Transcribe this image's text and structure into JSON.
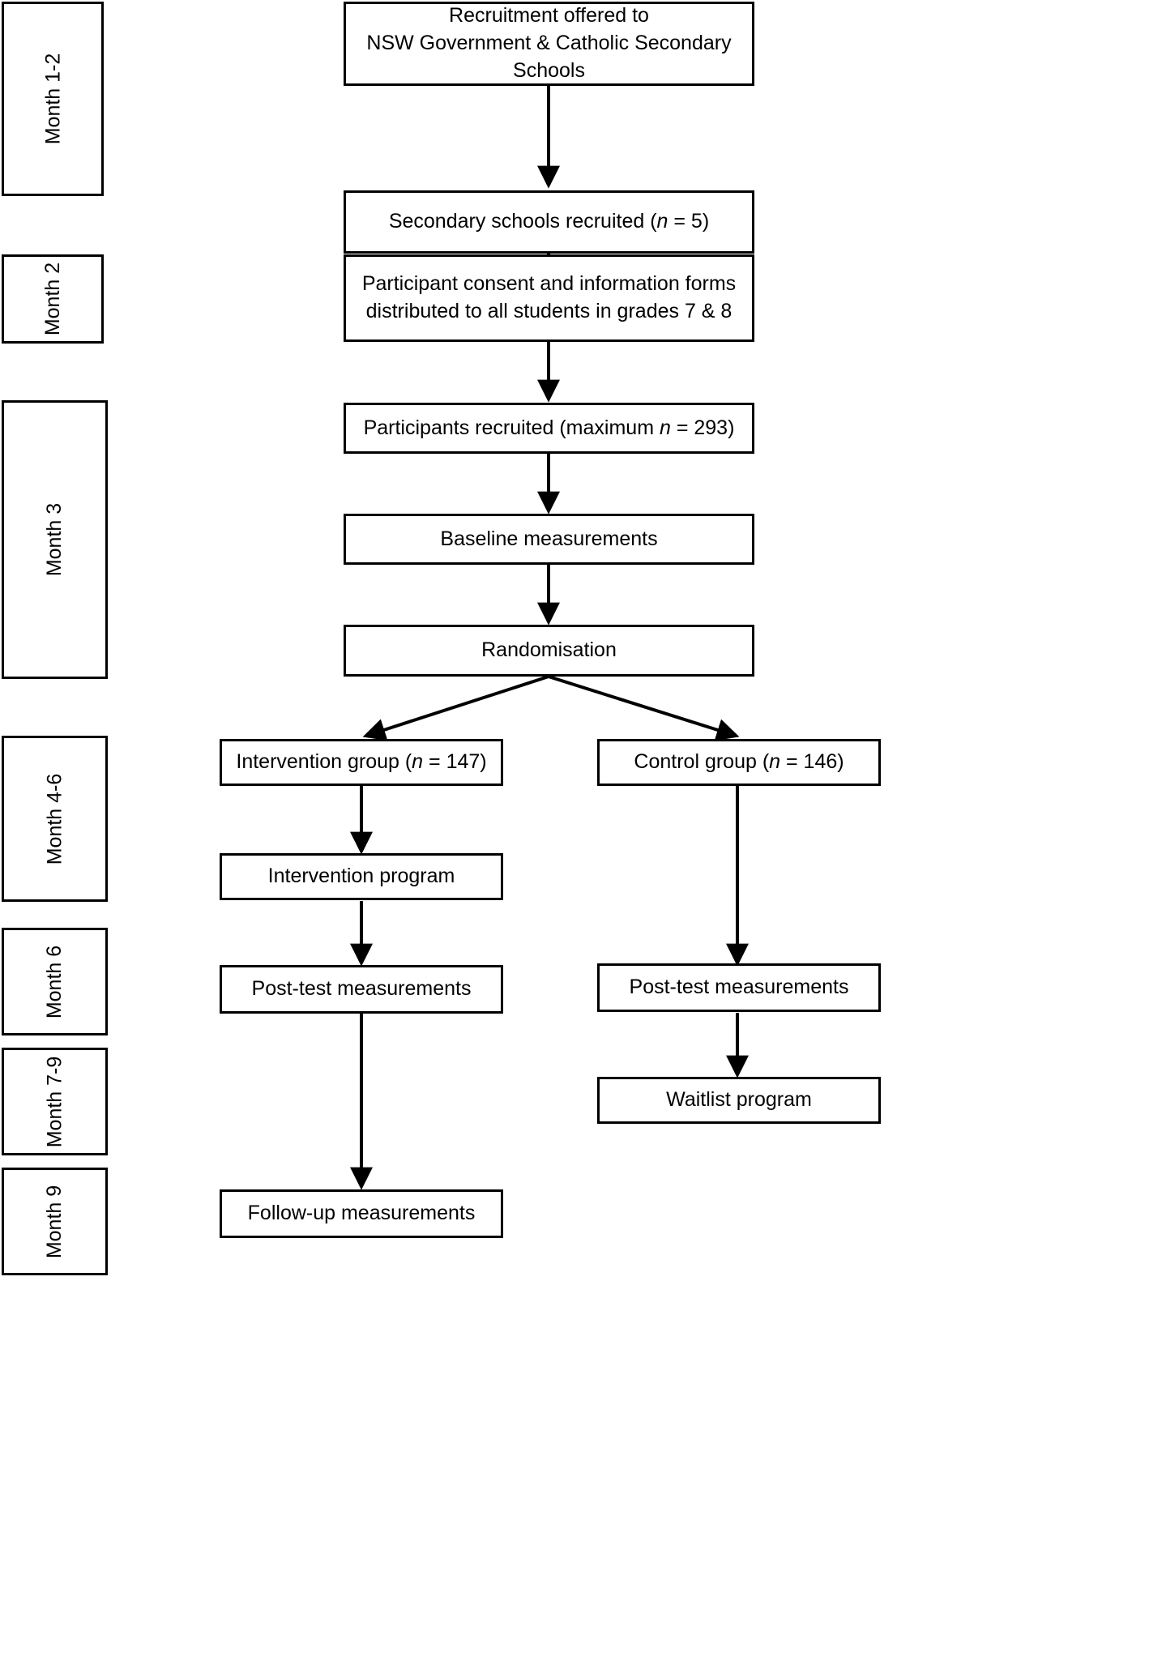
{
  "figure": {
    "type": "flowchart",
    "description": "CONSORT-style study timeline flow diagram for a school-based randomised controlled trial"
  },
  "timeline": {
    "items": [
      {
        "id": "t1",
        "label": "Month 1-2",
        "wrap": false
      },
      {
        "id": "t2",
        "label": "Month 2",
        "wrap": true
      },
      {
        "id": "t3",
        "label": "Month 3",
        "wrap": false
      },
      {
        "id": "t4",
        "label": "Month 4-6",
        "wrap": false
      },
      {
        "id": "t5",
        "label": "Month 6",
        "wrap": false
      },
      {
        "id": "t6",
        "label": "Month 7-9",
        "wrap": false
      },
      {
        "id": "t7",
        "label": "Month 9",
        "wrap": false
      }
    ]
  },
  "flow": {
    "nodes": [
      {
        "id": "n1",
        "name": "recruitment-offered-box",
        "line1": "Recruitment offered to",
        "line2": "NSW Government & Catholic Secondary Schools"
      },
      {
        "id": "n2",
        "name": "schools-recruited-box",
        "pre": "Secondary schools recruited (",
        "ital": "n",
        "post": " = 5)"
      },
      {
        "id": "n3",
        "name": "consent-forms-box",
        "line1": "Participant consent and information forms",
        "line2": "distributed to all students in grades 7 & 8"
      },
      {
        "id": "n4",
        "name": "participants-recruited-box",
        "pre": "Participants recruited (maximum ",
        "ital": "n",
        "post": " = 293)"
      },
      {
        "id": "n5",
        "name": "baseline-measurements-box",
        "line1": "Baseline measurements"
      },
      {
        "id": "n6",
        "name": "randomisation-box",
        "line1": "Randomisation"
      },
      {
        "id": "n7",
        "name": "intervention-group-box",
        "pre": "Intervention group (",
        "ital": "n",
        "post": " = 147)"
      },
      {
        "id": "n8",
        "name": "control-group-box",
        "pre": "Control group (",
        "ital": "n",
        "post": " = 146)"
      },
      {
        "id": "n9",
        "name": "intervention-program-box",
        "line1": "Intervention program"
      },
      {
        "id": "n10",
        "name": "intervention-post-test-box",
        "line1": "Post-test measurements"
      },
      {
        "id": "n11",
        "name": "control-post-test-box",
        "line1": "Post-test measurements"
      },
      {
        "id": "n12",
        "name": "waitlist-program-box",
        "line1": "Waitlist program"
      },
      {
        "id": "n13",
        "name": "follow-up-measurements-box",
        "line1": "Follow-up measurements"
      }
    ]
  },
  "style": {
    "line_color": "#000000",
    "box_fill": "#ffffff",
    "page_background": "#ffffff"
  }
}
